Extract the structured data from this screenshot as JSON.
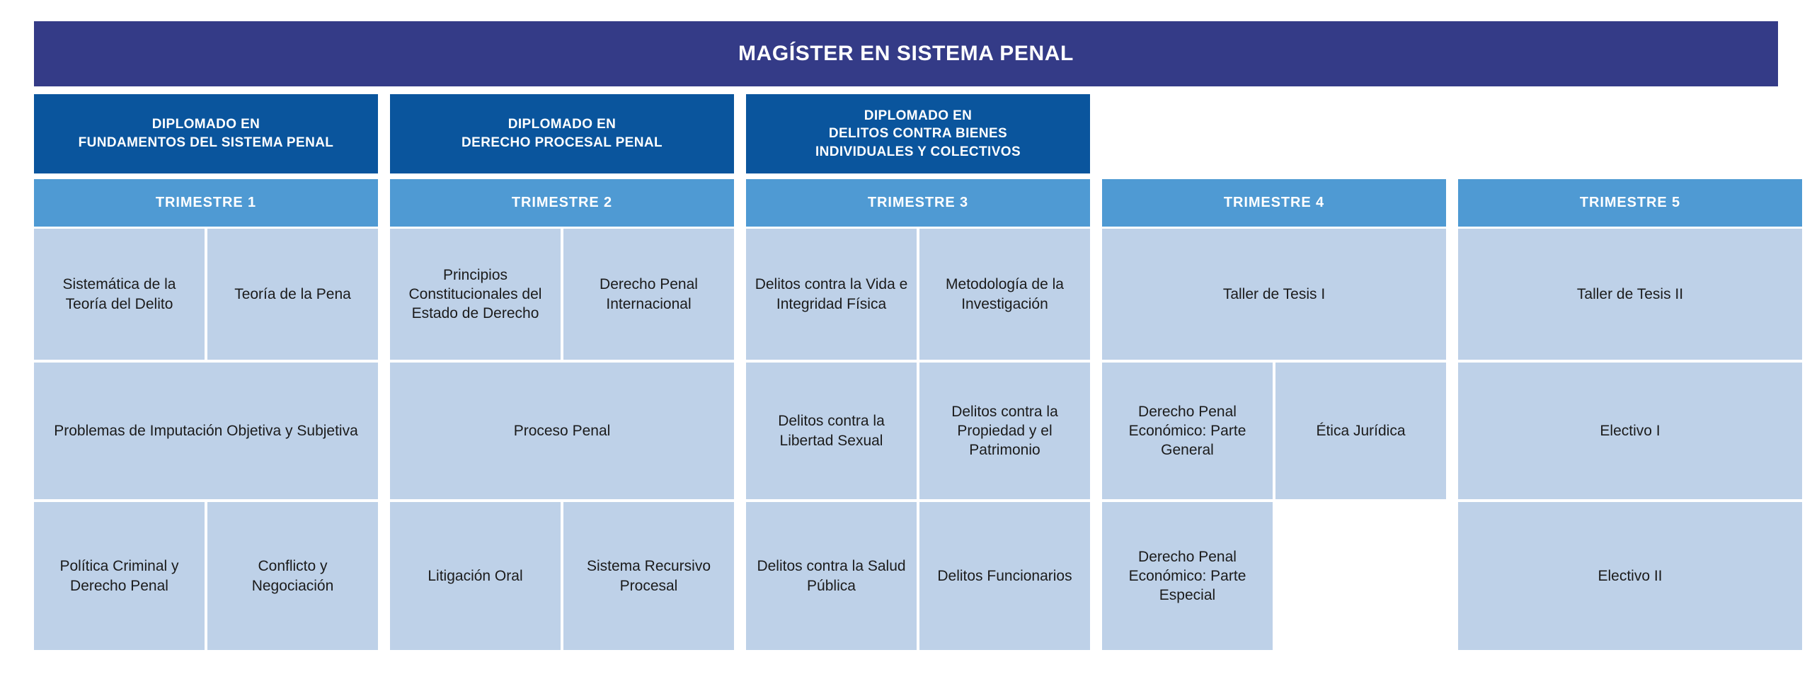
{
  "program": {
    "title": "MAGÍSTER EN SISTEMA PENAL"
  },
  "colors": {
    "program_bar": "#343b87",
    "diploma_box": "#0a559d",
    "trimester_header": "#4f9ad3",
    "course_cell": "#bed1e8",
    "text_light": "#ffffff",
    "text_dark": "#1b1b1b",
    "page_background": "#ffffff"
  },
  "diplomas": [
    {
      "line1": "DIPLOMADO EN",
      "line2": "FUNDAMENTOS DEL SISTEMA PENAL",
      "line3": ""
    },
    {
      "line1": "DIPLOMADO EN",
      "line2": "DERECHO PROCESAL PENAL",
      "line3": ""
    },
    {
      "line1": "DIPLOMADO EN",
      "line2": "DELITOS CONTRA BIENES",
      "line3": "INDIVIDUALES Y COLECTIVOS"
    }
  ],
  "trimesters": [
    {
      "label": "TRIMESTRE 1"
    },
    {
      "label": "TRIMESTRE 2"
    },
    {
      "label": "TRIMESTRE 3"
    },
    {
      "label": "TRIMESTRE 4"
    },
    {
      "label": "TRIMESTRE 5"
    }
  ],
  "courses": {
    "t1": {
      "r1c1": "Sistemática de la Teoría del Delito",
      "r1c2": "Teoría de la Pena",
      "r2": "Problemas de Imputación Objetiva y Subjetiva",
      "r3c1": "Política Criminal y Derecho Penal",
      "r3c2": "Conflicto y Negociación"
    },
    "t2": {
      "r1c1": "Principios Constitucionales del Estado de Derecho",
      "r1c2": "Derecho Penal Internacional",
      "r2": "Proceso Penal",
      "r3c1": "Litigación Oral",
      "r3c2": "Sistema Recursivo Procesal"
    },
    "t3": {
      "r1c1": "Delitos contra la Vida e Integridad Física",
      "r1c2": "Metodología de la Investigación",
      "r2c1": "Delitos contra la Libertad Sexual",
      "r2c2": "Delitos contra la Propiedad y el Patrimonio",
      "r3c1": "Delitos contra la Salud Pública",
      "r3c2": "Delitos Funcionarios"
    },
    "t4": {
      "r1": "Taller de Tesis I",
      "r2c1": "Derecho Penal Económico: Parte General",
      "r2c2": "Ética Jurídica",
      "r3c1": "Derecho Penal Económico: Parte Especial"
    },
    "t5": {
      "r1": "Taller de Tesis II",
      "r2": "Electivo I",
      "r3": "Electivo II"
    }
  }
}
